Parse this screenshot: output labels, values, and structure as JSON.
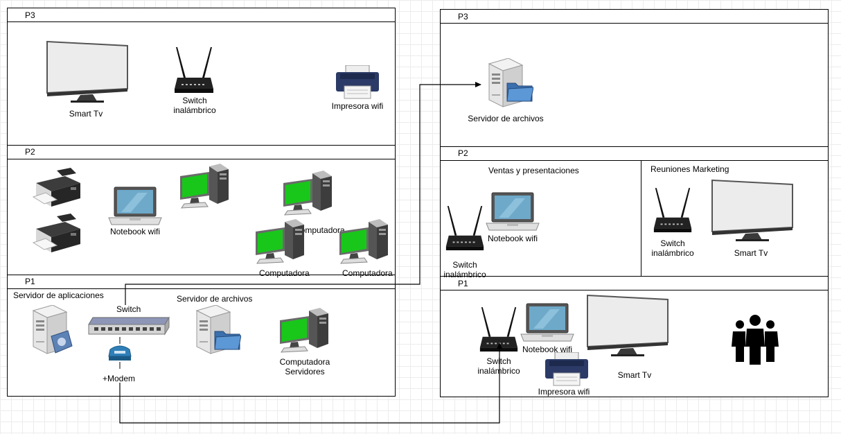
{
  "left_building": {
    "floors": [
      "P3",
      "P2",
      "P1"
    ],
    "p3": {
      "smart_tv": "Smart Tv",
      "switch": "Switch\ninalámbrico",
      "printer": "Impresora wifi"
    },
    "p2": {
      "notebook": "Notebook wifi",
      "computer_a": "Computadora",
      "computer_b": "Computadora",
      "computer_c": "Computadora"
    },
    "p1": {
      "app_server": "Servidor de aplicaciones",
      "switch": "Switch",
      "modem": "+Modem",
      "file_server": "Servidor de archivos",
      "computer_servers": "Computadora\nServidores"
    }
  },
  "right_building": {
    "floors": [
      "P3",
      "P2",
      "P1"
    ],
    "p3": {
      "file_server": "Servidor de archivos"
    },
    "p2": {
      "sales_title": "Ventas y presentaciones",
      "marketing_title": "Reuniones Marketing",
      "notebook": "Notebook wifi",
      "switch_sales": "Switch\ninalámbrico",
      "switch_marketing": "Switch\ninalámbrico",
      "smart_tv": "Smart Tv"
    },
    "p1": {
      "switch": "Switch\ninalámbrico",
      "notebook": "Notebook wifi",
      "smart_tv": "Smart Tv",
      "printer": "Impresora wifi"
    }
  },
  "icons": [
    "smart-tv-icon",
    "wireless-router-icon",
    "printer-icon",
    "laptop-icon",
    "desktop-computer-icon",
    "server-icon",
    "file-server-icon",
    "network-switch-icon",
    "modem-icon",
    "people-group-icon"
  ],
  "colors": {
    "screen_green": "#19c71b",
    "laptop_screen": "#6ea9c9",
    "line": "#000000",
    "tv_screen": "#ececec"
  }
}
